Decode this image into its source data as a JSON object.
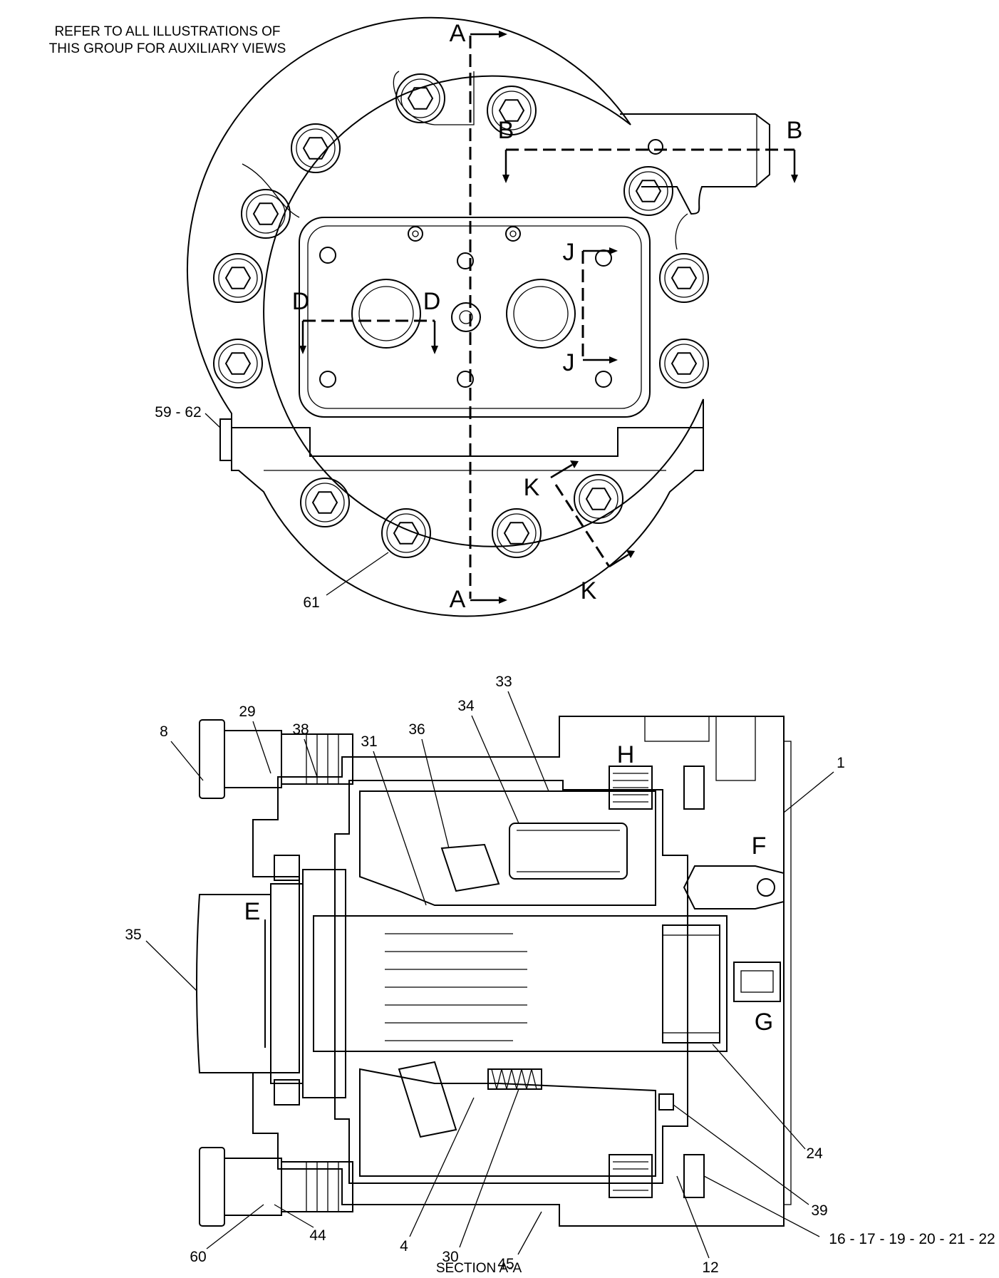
{
  "note": {
    "line1": "REFER TO ALL ILLUSTRATIONS OF",
    "line2": "THIS GROUP FOR AUXILIARY VIEWS"
  },
  "top_view": {
    "section_letters": {
      "a_top": "A",
      "a_bottom": "A",
      "b_left": "B",
      "b_right": "B",
      "d_left": "D",
      "d_right": "D",
      "j_top": "J",
      "j_bottom": "J",
      "k_top": "K",
      "k_bottom": "K"
    },
    "callouts": {
      "c59_62": "59 - 62",
      "c61": "61"
    }
  },
  "section_view": {
    "caption": "SECTION A-A",
    "letters": {
      "e": "E",
      "f": "F",
      "g": "G",
      "h": "H"
    },
    "callouts": {
      "c1": "1",
      "c4": "4",
      "c8": "8",
      "c12": "12",
      "c16_22": "16 - 17 - 19 - 20 - 21 - 22",
      "c24": "24",
      "c29": "29",
      "c30": "30",
      "c31": "31",
      "c33": "33",
      "c34": "34",
      "c35": "35",
      "c36": "36",
      "c38": "38",
      "c39": "39",
      "c44": "44",
      "c45": "45",
      "c60": "60"
    }
  }
}
